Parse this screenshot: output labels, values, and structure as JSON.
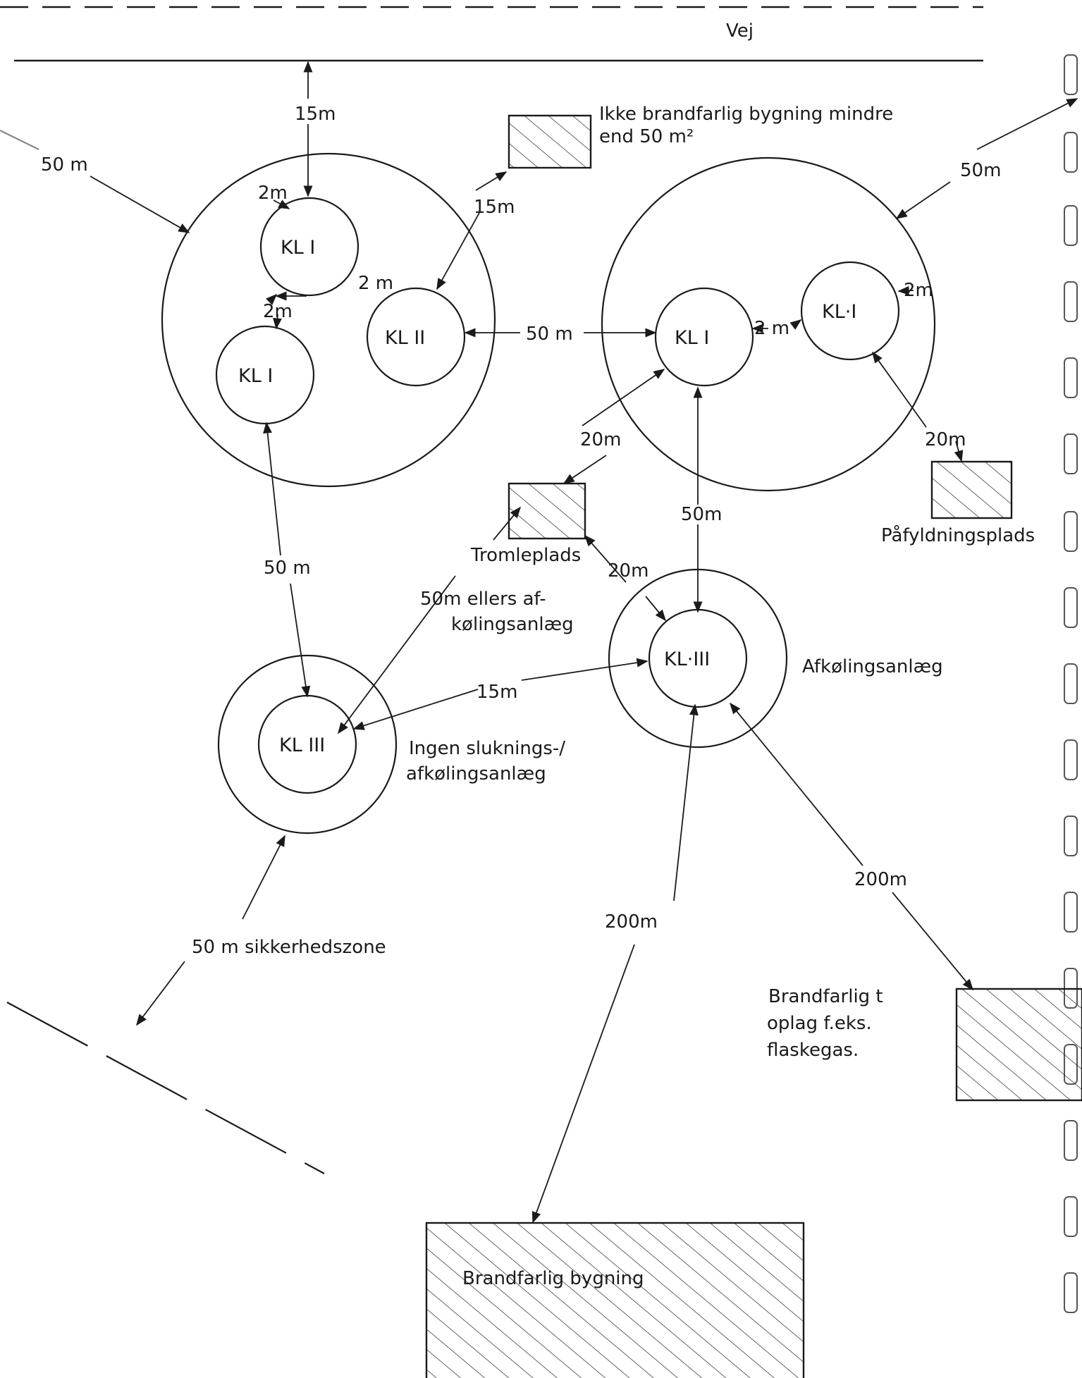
{
  "road": {
    "label": "Vej"
  },
  "tanks": {
    "a1": "KL I",
    "a2": "KL I",
    "a3": "KL II",
    "b1": "KL I",
    "b2": "KL·I",
    "c1": "KL·III",
    "d1": "KL III"
  },
  "distances": {
    "road_gap": "15m",
    "ring_a_outer": "50 m",
    "a_top_2m": "2m",
    "a_mid_2m": "2 m",
    "a_low_2m": "2m",
    "small_bldg_gap": "15m",
    "a_to_b": "50 m",
    "b_inner_2m": "2 m",
    "b_right_2m": "2m",
    "ring_b_outer": "50m",
    "b_to_drum": "20m",
    "b2_to_fill": "20m",
    "b_to_c": "50m",
    "drum_to_c": "20m",
    "a_to_d": "50 m",
    "d_to_c": "15m",
    "c_to_bldg_left": "200m",
    "c_to_storage": "200m",
    "d_zone": "50 m sikkerhedszone"
  },
  "labels": {
    "small_bldg_line1": "Ikke  brandfarlig bygning  mindre",
    "small_bldg_line2": "end  50 m²",
    "drum_place": "Tromleplads",
    "fill_place": "Påfyldningsplads",
    "drum_note_1": "50m ellers af-",
    "drum_note_2": "kølingsanlæg",
    "cooling": "Afkølingsanlæg",
    "no_ext_1": "Ingen sluknings-/",
    "no_ext_2": "afkølingsanlæg",
    "storage_1": "Brandfarlig t",
    "storage_2": "oplag  f.eks.",
    "storage_3": "flaskegas.",
    "big_bldg": "Brandfarlig  bygning"
  }
}
